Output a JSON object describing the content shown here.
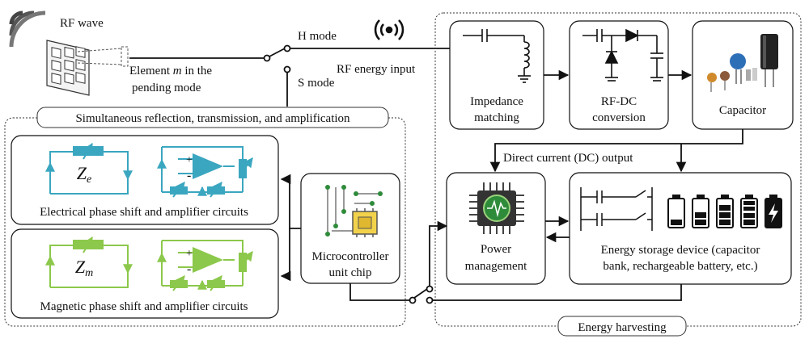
{
  "rf_wave": "RF wave",
  "element_line1": "Element",
  "element_m": "m",
  "element_line1_tail": "in the",
  "element_line2": "pending mode",
  "h_mode": "H mode",
  "s_mode": "S mode",
  "rf_energy_input": "RF energy input",
  "srt_title": "Simultaneous reflection, transmission, and amplification",
  "electrical_circuit_label": "Electrical phase shift and amplifier circuits",
  "magnetic_circuit_label": "Magnetic phase shift and amplifier circuits",
  "ze_base": "Z",
  "ze_sub": "e",
  "zm_base": "Z",
  "zm_sub": "m",
  "mcu_line1": "Microcontroller",
  "mcu_line2": "unit chip",
  "impedance_line1": "Impedance",
  "impedance_line2": "matching",
  "rfdc_line1": "RF-DC",
  "rfdc_line2": "conversion",
  "capacitor": "Capacitor",
  "dc_output": "Direct current (DC) output",
  "power_line1": "Power",
  "power_line2": "management",
  "storage_line1": "Energy storage device (capacitor",
  "storage_line2": "bank, rechargeable battery, etc.)",
  "energy_harvesting": "Energy harvesting",
  "colors": {
    "electrical": "#3aa6c0",
    "magnetic": "#8cc84b",
    "line": "#111111",
    "chip_green": "#2e8b3a",
    "chip_yellow": "#f2d24b"
  }
}
